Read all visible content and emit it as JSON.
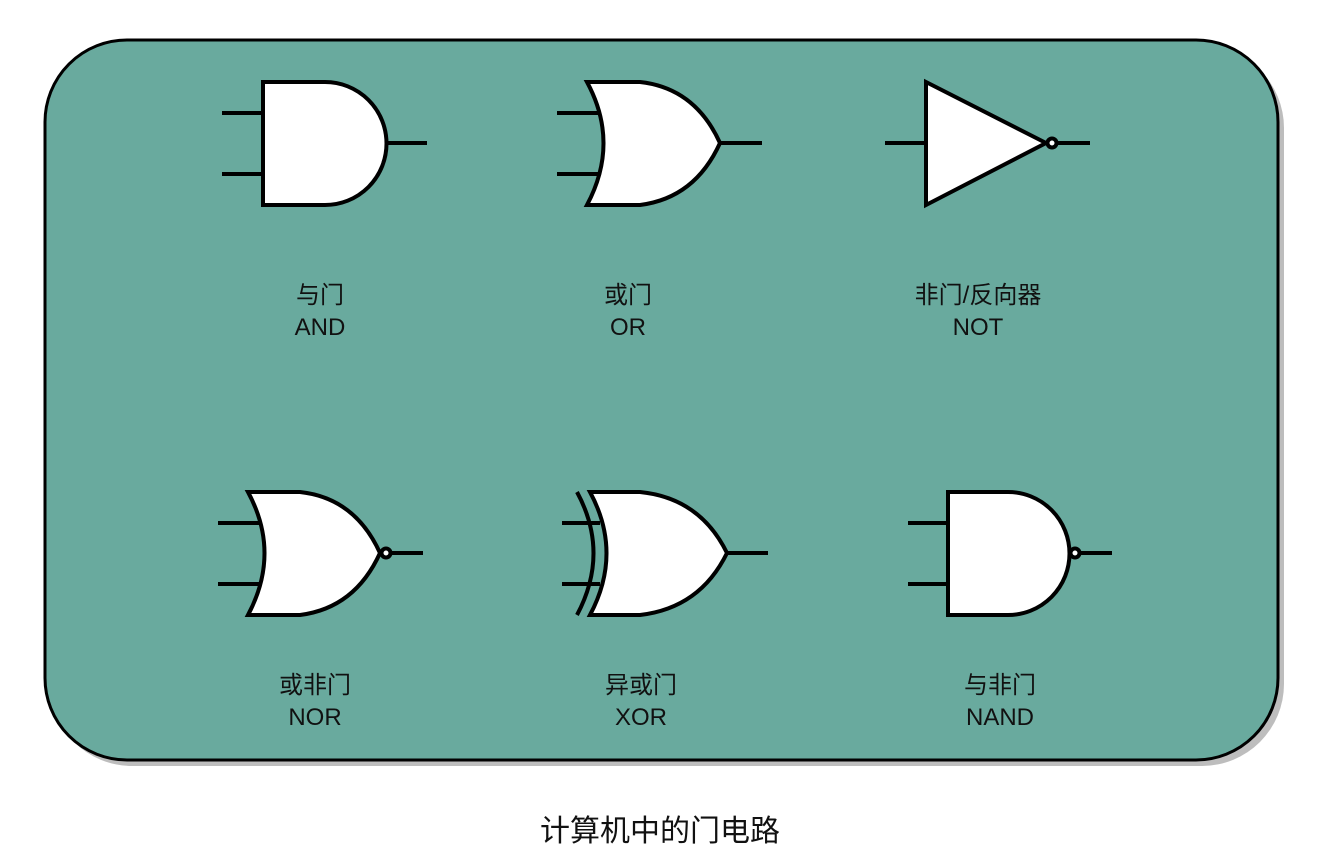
{
  "colors": {
    "panel": "#69aa9e",
    "shadow": "#bdbdbd"
  },
  "gates": [
    {
      "type": "and-gate",
      "cn": "与门",
      "en": "AND"
    },
    {
      "type": "or-gate",
      "cn": "或门",
      "en": "OR"
    },
    {
      "type": "not-gate",
      "cn": "非门/反向器",
      "en": "NOT"
    },
    {
      "type": "nor-gate",
      "cn": "或非门",
      "en": "NOR"
    },
    {
      "type": "xor-gate",
      "cn": "异或门",
      "en": "XOR"
    },
    {
      "type": "nand-gate",
      "cn": "与非门",
      "en": "NAND"
    }
  ],
  "caption": "计算机中的门电路"
}
